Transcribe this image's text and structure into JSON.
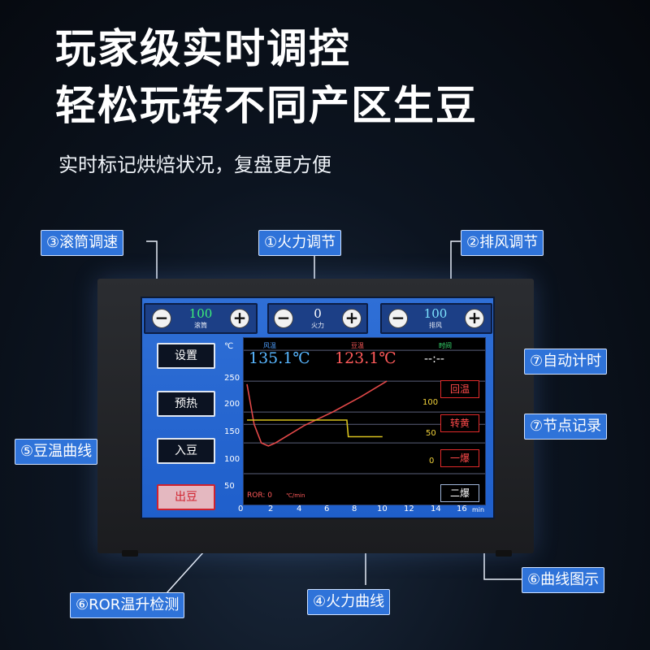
{
  "headline": {
    "line1": "玩家级实时调控",
    "line2": "轻松玩转不同产区生豆"
  },
  "subheadline": "实时标记烘焙状况，复盘更方便",
  "callouts": {
    "drum_speed": "③滚筒调速",
    "heat_power": "①火力调节",
    "exhaust": "②排风调节",
    "auto_timer": "⑦自动计时",
    "node_record": "⑦节点记录",
    "bean_curve": "⑤豆温曲线",
    "curve_legend": "⑥曲线图示",
    "ror_detect": "⑥ROR温升检测",
    "power_curve": "④火力曲线"
  },
  "controls": {
    "drum": {
      "value": "100",
      "label": "滚筒"
    },
    "fire": {
      "value": "0",
      "label": "火力"
    },
    "exhaust": {
      "value": "100",
      "label": "排风"
    },
    "minus": "−",
    "plus": "+"
  },
  "side_buttons": {
    "settings": "设置",
    "preheat": "预热",
    "load": "入豆",
    "unload": "出豆"
  },
  "readouts": {
    "air_temp_label": "风温",
    "air_temp": "135.1℃",
    "bean_temp_label": "豆温",
    "bean_temp": "123.1℃",
    "time_label": "时间",
    "time": "--:--",
    "unit_c": "℃",
    "ror_label": "ROR: 0",
    "ror_unit": "℃/min"
  },
  "event_buttons": {
    "turning_point": "回温",
    "yellowing": "转黄",
    "first_crack": "一爆",
    "second_crack": "二爆"
  },
  "power_axis": {
    "p100": "100",
    "p50": "50",
    "p0": "0"
  },
  "chart_data": {
    "type": "line",
    "ylim": [
      0,
      270
    ],
    "xlim": [
      0,
      16
    ],
    "y_ticks": [
      "250",
      "200",
      "150",
      "100",
      "50"
    ],
    "x_ticks": [
      "0",
      "2",
      "4",
      "6",
      "8",
      "10",
      "12",
      "14",
      "16"
    ],
    "x_unit": "min",
    "series": [
      {
        "color": "#e24848",
        "x": [
          0,
          0.5,
          1,
          1.5,
          2,
          4,
          6,
          8,
          9.8
        ],
        "y": [
          195,
          130,
          100,
          95,
          100,
          128,
          150,
          175,
          200
        ]
      },
      {
        "color": "#d8c21e",
        "power_axis_max": 100,
        "x": [
          0,
          0.3,
          7,
          7.1,
          9.5
        ],
        "y": [
          57,
          57,
          57,
          30,
          30
        ]
      }
    ]
  }
}
